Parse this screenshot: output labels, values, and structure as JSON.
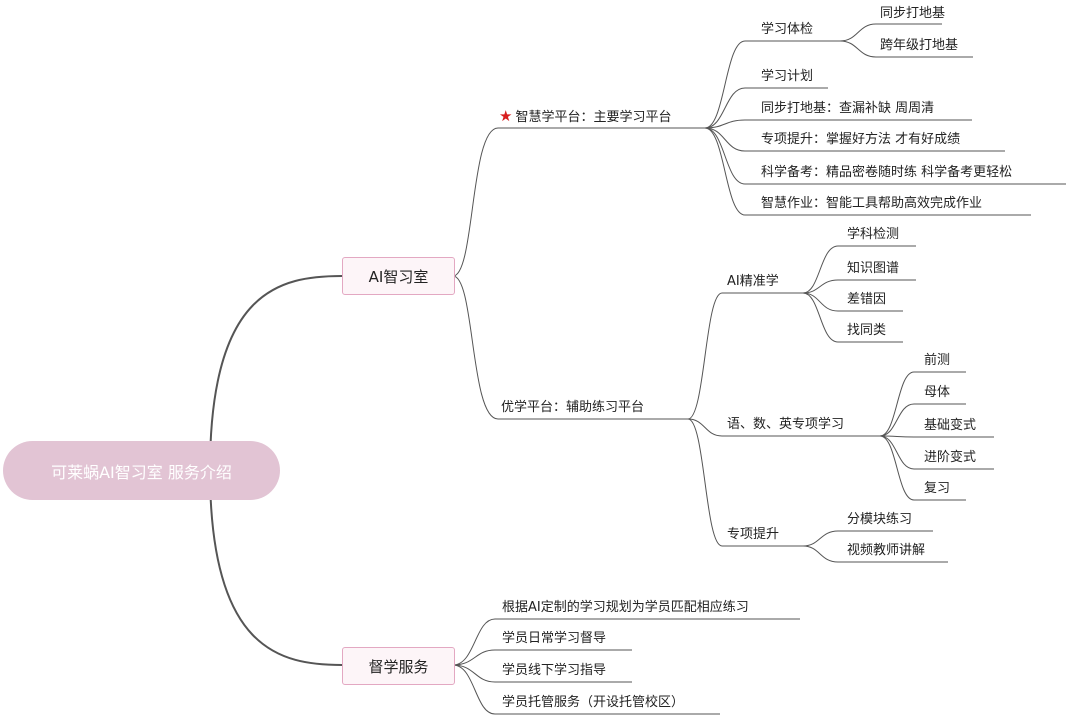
{
  "root": {
    "label": "可莱蜗AI智习室 服务介绍"
  },
  "branches": {
    "ai_room": {
      "label": "AI智习室",
      "smart_platform": {
        "star_icon": "star-icon",
        "star_color": "#d81e1e",
        "label": "智慧学平台：主要学习平台",
        "items": {
          "checkup": {
            "label": "学习体检",
            "children": [
              "同步打地基",
              "跨年级打地基"
            ]
          },
          "plan": "学习计划",
          "sync": "同步打地基：查漏补缺 周周清",
          "special": "专项提升：掌握好方法 才有好成绩",
          "exam": "科学备考：精品密卷随时练 科学备考更轻松",
          "homework": "智慧作业：智能工具帮助高效完成作业"
        }
      },
      "youxue_platform": {
        "label": "优学平台：辅助练习平台",
        "items": {
          "precise": {
            "label": "AI精准学",
            "children": [
              "学科检测",
              "知识图谱",
              "差错因",
              "找同类"
            ]
          },
          "subjects": {
            "label": "语、数、英专项学习",
            "children": [
              "前测",
              "母体",
              "基础变式",
              "进阶变式",
              "复习"
            ]
          },
          "special": {
            "label": "专项提升",
            "children": [
              "分模块练习",
              "视频教师讲解"
            ]
          }
        }
      }
    },
    "supervision": {
      "label": "督学服务",
      "items": [
        "根据AI定制的学习规划为学员匹配相应练习",
        "学员日常学习督导",
        "学员线下学习指导",
        "学员托管服务（开设托管校区）"
      ]
    }
  },
  "colors": {
    "root_fill": "#e2c4d4",
    "branch_border": "#e3a8c2",
    "connector": "#555555"
  }
}
